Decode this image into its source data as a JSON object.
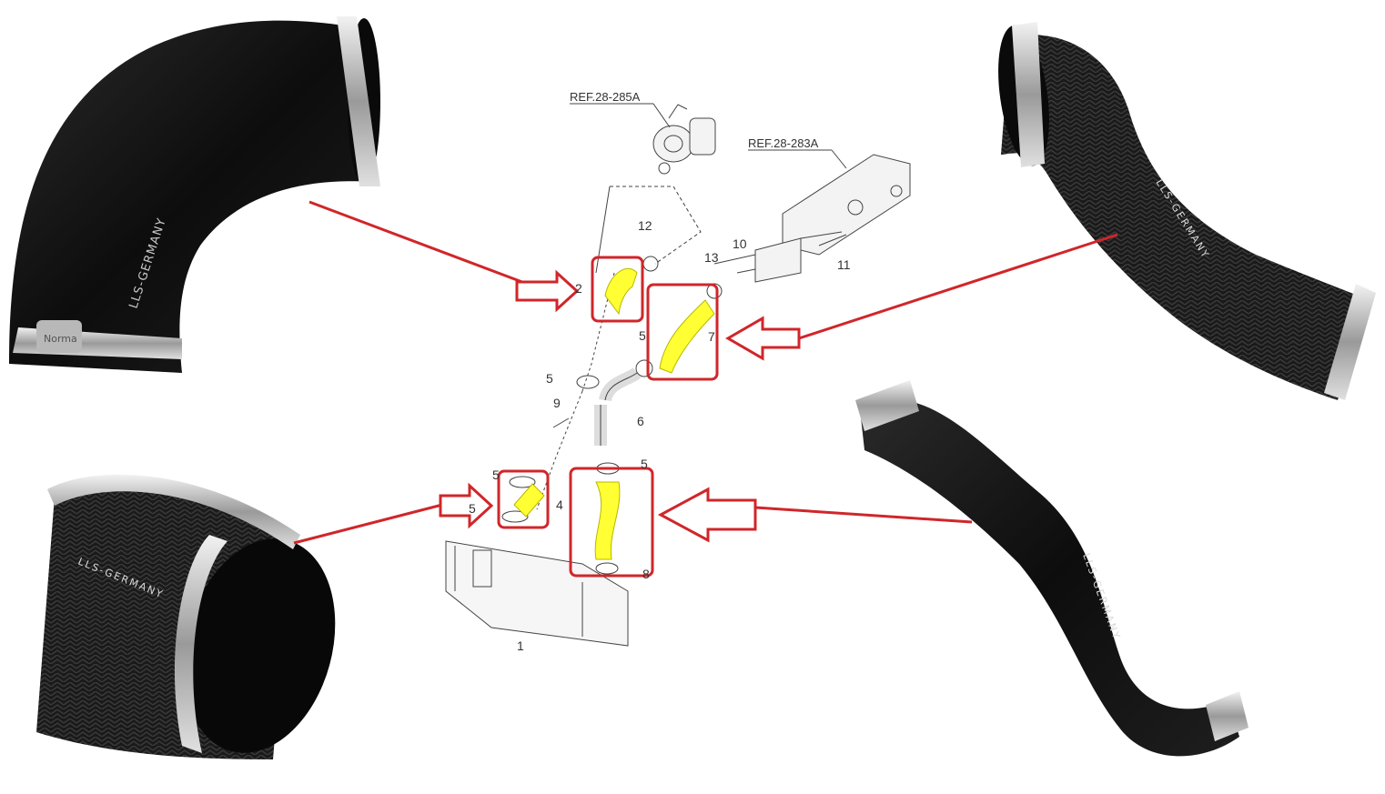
{
  "diagram": {
    "references": {
      "turbo": "REF.28-285A",
      "manifold": "REF.28-283A"
    },
    "part_numbers": {
      "p1": "1",
      "p2": "2",
      "p4": "4",
      "p5a": "5",
      "p5b": "5",
      "p5c": "5",
      "p5d": "5",
      "p5e": "5",
      "p6": "6",
      "p7": "7",
      "p8": "8",
      "p9": "9",
      "p10": "10",
      "p11": "11",
      "p12": "12",
      "p13": "13"
    },
    "highlight_color": "#ffff33",
    "callout_color": "#d0262a"
  },
  "photos": {
    "top_left_brand": "LLS-GERMANY",
    "top_left_clamp_text": "Norma",
    "top_right_brand": "LLS-GERMANY",
    "bottom_left_brand": "LLS-GERMANY",
    "bottom_right_brand": "LLS-GERMANY",
    "hose_color": "#141414"
  }
}
